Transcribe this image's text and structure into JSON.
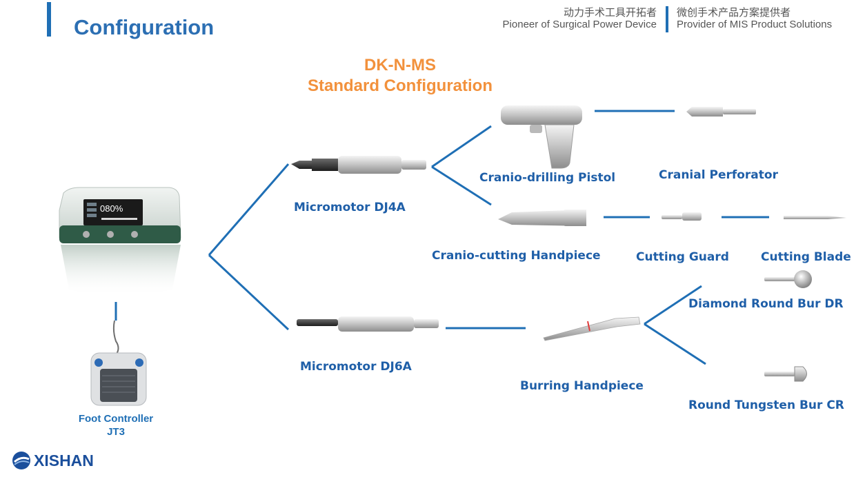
{
  "header": {
    "title": "Configuration",
    "tagline_left_cn": "动力手术工具开拓者",
    "tagline_left_en": "Pioneer of Surgical Power Device",
    "tagline_right_cn": "微创手术产品方案提供者",
    "tagline_right_en": "Provider of MIS Product Solutions"
  },
  "diagram": {
    "subtitle_line1": "DK-N-MS",
    "subtitle_line2": "Standard Configuration",
    "console_display": "080%",
    "foot_controller_line1": "Foot Controller",
    "foot_controller_line2": "JT3",
    "micromotor_top": "Micromotor DJ4A",
    "micromotor_bottom": "Micromotor DJ6A",
    "cranio_drilling_pistol": "Cranio-drilling Pistol",
    "cranial_perforator": "Cranial Perforator",
    "cranio_cutting_handpiece": "Cranio-cutting Handpiece",
    "cutting_guard": "Cutting Guard",
    "cutting_blade": "Cutting Blade",
    "burring_handpiece": "Burring Handpiece",
    "diamond_bur": "Diamond Round Bur DR",
    "tungsten_bur": "Round Tungsten Bur CR"
  },
  "logo": {
    "text": "XISHAN"
  },
  "colors": {
    "accent": "#1f6fb5",
    "highlight": "#f2913c",
    "label": "#1f5fa8"
  }
}
